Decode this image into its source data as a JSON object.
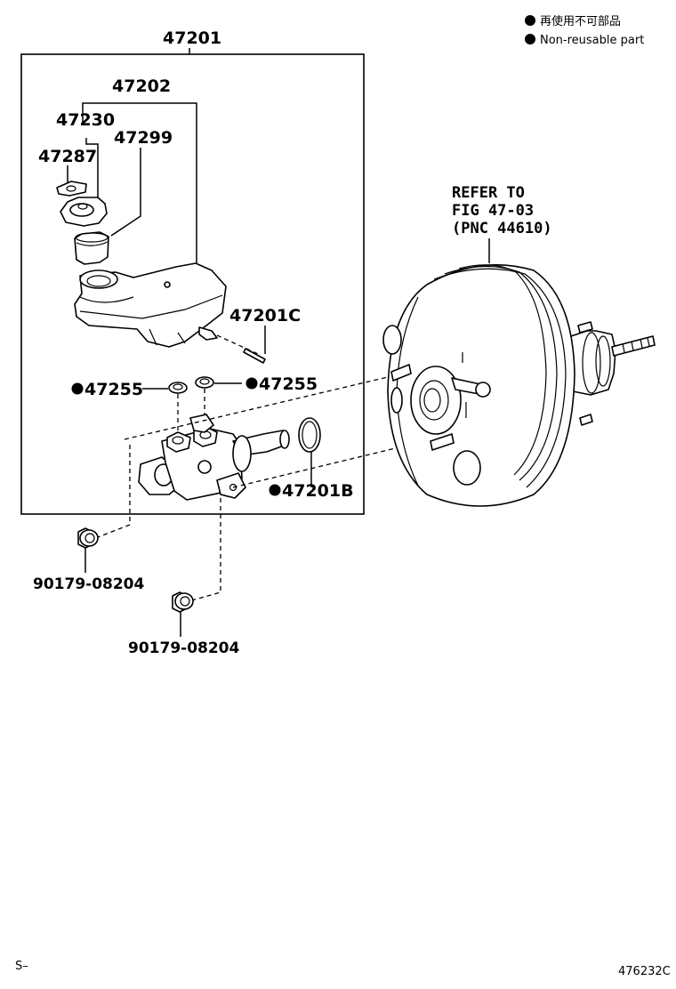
{
  "legend": {
    "jp": "再使用不可部品",
    "en": "Non-reusable part",
    "marker": "filled-circle"
  },
  "assembly": {
    "number": "47201"
  },
  "parts": {
    "reservoir": "47202",
    "cap_assy": "47230",
    "cap_strainer": "47299",
    "cap_clip": "47287",
    "reservoir_pin": "47201C",
    "grommet_left": "47255",
    "grommet_right": "47255",
    "oring": "47201B",
    "nut_1": "90179-08204",
    "nut_2": "90179-08204"
  },
  "refer": {
    "line1": "REFER TO",
    "line2": "FIG 47-03",
    "line3": "(PNC 44610)"
  },
  "footer": {
    "left": "S–",
    "right": "476232C"
  }
}
